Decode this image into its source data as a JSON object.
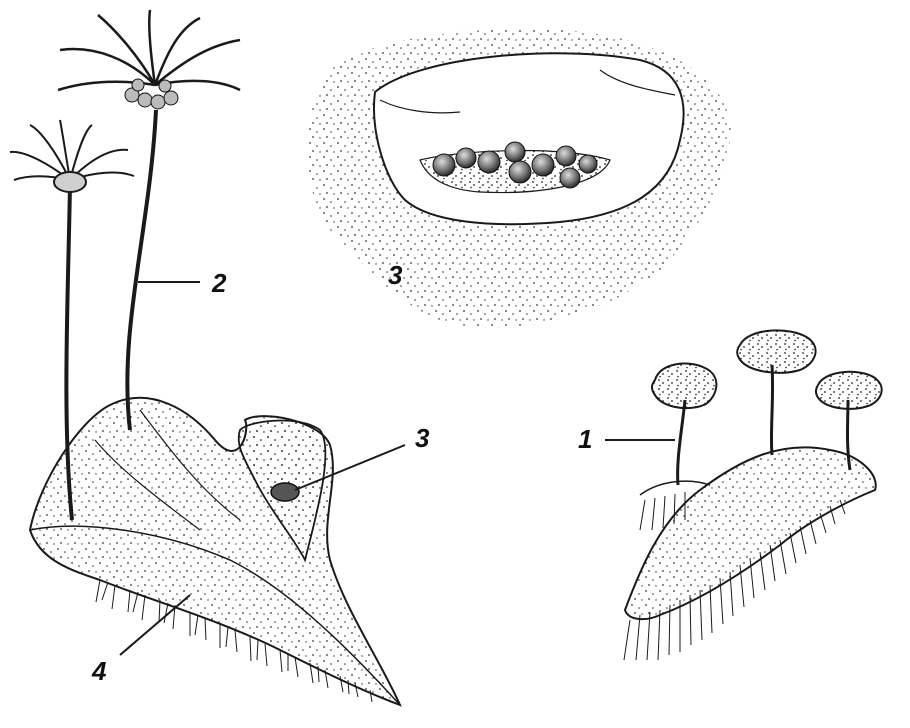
{
  "labels": {
    "cup_detail": "3",
    "stalk": "2",
    "cup_on_thallus": "3",
    "rhizoids": "4",
    "antheridiophore_stalk": "1"
  },
  "colors": {
    "ink": "#1a1a1a",
    "paper": "#ffffff",
    "stipple": "#2a2a2a",
    "thallus_fill": "#e8e8e8",
    "gemma_fill": "#9a9a9a"
  }
}
